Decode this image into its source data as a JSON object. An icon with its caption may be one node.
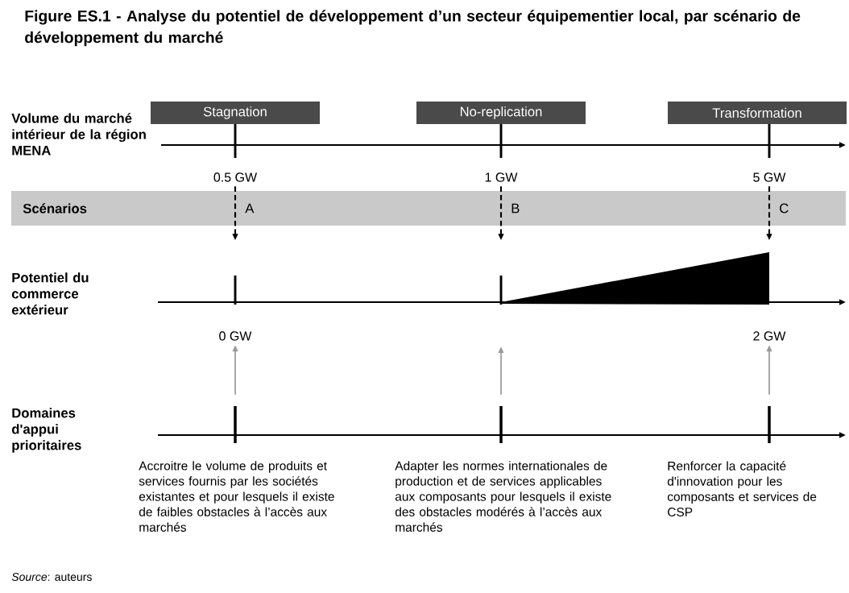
{
  "diagram": {
    "title": "Figure ES.1 - Analyse du potentiel de développement d’un secteur équipementier local, par scénario de développement du marché",
    "caption": "*Source*: auteurs",
    "nodes": [
      {
        "text": [
          "Stagnation"
        ]
      },
      {
        "text": [
          "No-replication"
        ]
      },
      {
        "text": [
          "Transformation"
        ]
      },
      {
        "text": [
          "0.5 GW"
        ]
      },
      {
        "text": [
          "1 GW"
        ]
      },
      {
        "text": [
          "5 GW"
        ]
      },
      {
        "text": [
          "Scénarios",
          "A",
          "B",
          "C"
        ]
      },
      {
        "text": [
          "0 GW"
        ]
      },
      {
        "text": [
          "2 GW"
        ]
      },
      {
        "text": [],
        "shape": "bar",
        "beside": [
          "Accroitre le volume de produits et services fournis par les sociétés existantes et pour lesquels il existe de faibles obstacles à l’accès aux marchés"
        ]
      },
      {
        "text": [],
        "shape": "bar",
        "beside": [
          "Adapter les normes internationales de production et de services applicables aux composants pour lesquels il existe des obstacles modérés à l’accès aux marchés"
        ]
      },
      {
        "text": [],
        "shape": "bar",
        "beside": [
          "Renforcer la capacité d'innovation pour les composants et services de CSP"
        ]
      }
    ],
    "edges": [
      {
        "from": 3,
        "to": 6,
        "arrow": "to",
        "style": "dashed"
      },
      {
        "from": 4,
        "to": 6,
        "arrow": "to",
        "style": "dashed"
      },
      {
        "from": 5,
        "to": 6,
        "arrow": "to",
        "style": "dashed"
      },
      {
        "from": 9,
        "to": 7,
        "arrow": "to",
        "color": "#9a9a9a"
      },
      {
        "from": 10,
        "to": null,
        "arrow": "to",
        "color": "#9a9a9a"
      },
      {
        "from": 11,
        "to": 8,
        "arrow": "to",
        "color": "#9a9a9a"
      }
    ],
    "labels": [
      "Volume du marché intérieur de la région MENA",
      "Potentiel du commerce extérieur",
      "Domaines d'appui prioritaires"
    ]
  }
}
